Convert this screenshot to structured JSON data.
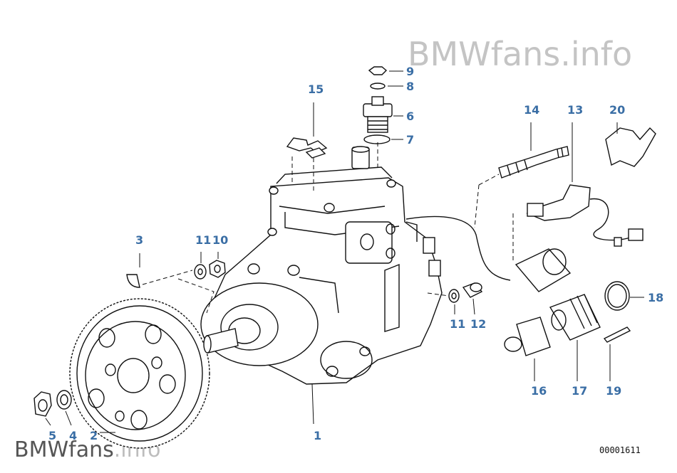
{
  "watermark": {
    "top": "BMWfans.info",
    "bottom_dark": "BMWfans",
    "bottom_light": ".info"
  },
  "diagram_code": "00001611",
  "labels": {
    "p1": "1",
    "p2": "2",
    "p3": "3",
    "p4": "4",
    "p5": "5",
    "p6": "6",
    "p7": "7",
    "p8": "8",
    "p9": "9",
    "p10": "10",
    "p11a": "11",
    "p11b": "11",
    "p12": "12",
    "p13": "13",
    "p14": "14",
    "p15": "15",
    "p16": "16",
    "p17": "17",
    "p18": "18",
    "p19": "19",
    "p20": "20"
  }
}
